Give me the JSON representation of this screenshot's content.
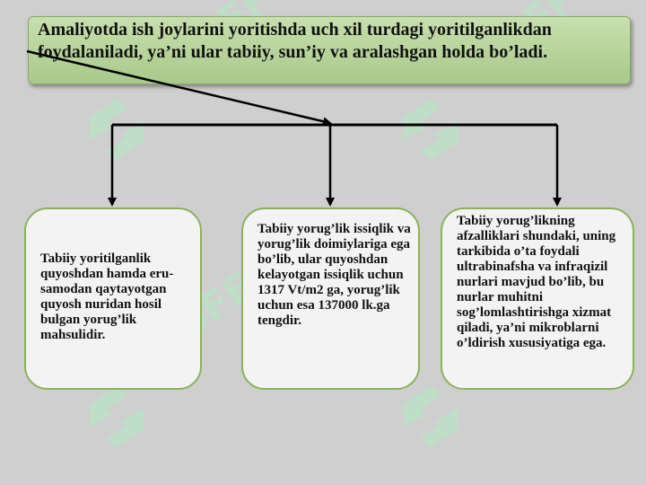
{
  "slide": {
    "title": "Amaliyotda ish joylarini yoritishda uch xil turdagi yoritilganlikdan foydalaniladi, ya’ni ular tabiiy, sun’iy va aralashgan holda bo’ladi."
  },
  "cards": [
    {
      "text": "Tabiiy yoritilganlik quyoshdan hamda eru-samodan qaytayotgan quyosh nuridan hosil bulgan yorug’lik mahsulidir."
    },
    {
      "text": "Tabiiy yorug’lik issiqlik va yorug’lik doimiylariga ega bo’lib, ular quyoshdan kelayotgan issiqlik uchun 1317 Vt/m2 ga, yorug’lik uchun esa 137000 lk.ga tengdir."
    },
    {
      "text": "Tabiiy yorug’likning afzalliklari shundaki, uning tarkibida o’ta foydali ultrabinafsha va infraqizil nurlari mavjud bo’lib, bu nurlar muhitni sog’lomlashtirishga xizmat qiladi, ya’ni mikroblarni o’ldirish xususiyatiga ega."
    }
  ],
  "watermark": {
    "text": "SOFF",
    "color": "#b8e3c6"
  },
  "colors": {
    "background": "#cfcfcf",
    "title_fill": "#b9d69c",
    "card_border": "#8cb15c",
    "card_fill": "#f3f3f3",
    "connector": "#000000"
  }
}
